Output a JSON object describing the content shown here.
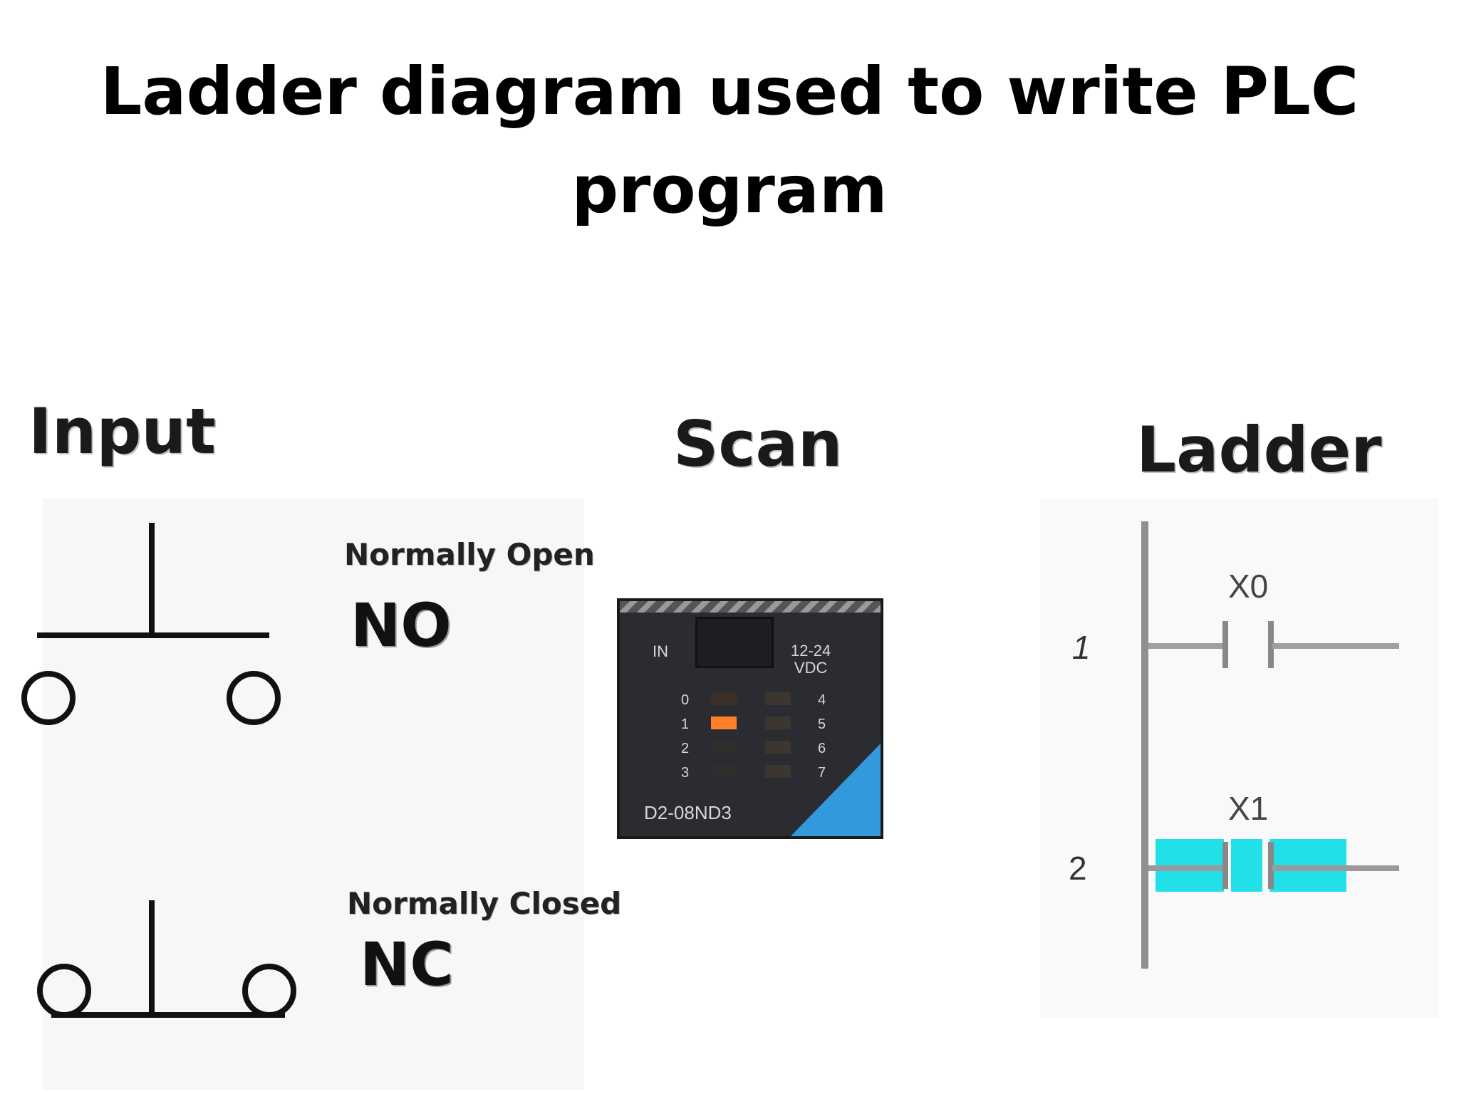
{
  "title": {
    "line1": "Ladder diagram used to write PLC",
    "line2": "program"
  },
  "sections": {
    "input": "Input",
    "scan": "Scan",
    "ladder": "Ladder"
  },
  "contacts": {
    "no": {
      "caption": "Normally Open",
      "abbr": "NO"
    },
    "nc": {
      "caption": "Normally Closed",
      "abbr": "NC"
    }
  },
  "module": {
    "in_label": "IN",
    "voltage_line1": "12-24",
    "voltage_line2": "VDC",
    "left_inputs": [
      "0",
      "1",
      "2",
      "3"
    ],
    "right_inputs": [
      "4",
      "5",
      "6",
      "7"
    ],
    "model": "D2-08ND3",
    "active_input": "1",
    "active_color": "#ff7f27",
    "accent_color": "#3399dd"
  },
  "ladder": {
    "rungs": [
      {
        "number": "1",
        "address": "X0",
        "energized": false
      },
      {
        "number": "2",
        "address": "X1",
        "energized": true
      }
    ],
    "energized_color": "#22e0e8"
  }
}
